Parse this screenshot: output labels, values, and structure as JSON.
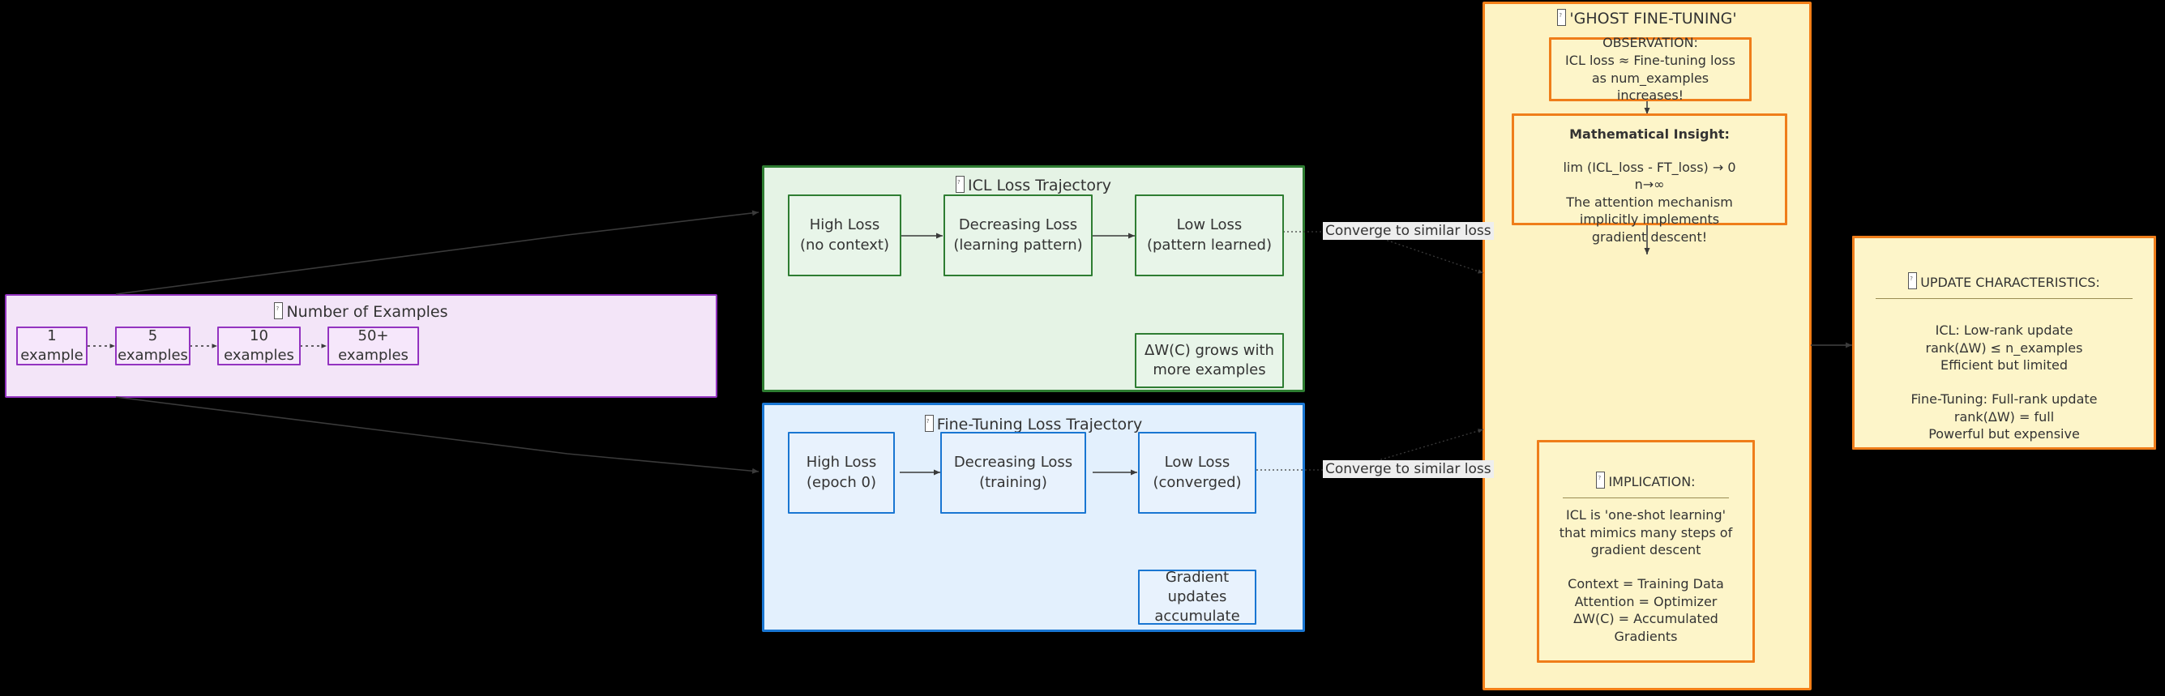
{
  "diagram": {
    "type": "flowchart",
    "title": "ICL as Ghost Fine-Tuning",
    "colors": {
      "background": "#000000",
      "purple_border": "#9333c0",
      "purple_fill": "#f3e5f8",
      "green_border": "#2e7d32",
      "green_fill": "#e5f3e5",
      "blue_border": "#1976d2",
      "blue_fill": "#e3f0fd",
      "orange_border": "#f57f17",
      "yellow_fill": "#fdf3c4",
      "text": "#333333"
    }
  },
  "examples_cluster": {
    "title": "Number of Examples",
    "nodes": [
      {
        "label": "1 example"
      },
      {
        "label": "5 examples"
      },
      {
        "label": "10 examples"
      },
      {
        "label": "50+ examples"
      }
    ]
  },
  "icl_cluster": {
    "title": "ICL Loss Trajectory",
    "nodes": [
      {
        "label": "High Loss\n(no context)"
      },
      {
        "label": "Decreasing Loss\n(learning pattern)"
      },
      {
        "label": "Low Loss\n(pattern learned)"
      }
    ],
    "note": "ΔW(C) grows with\nmore examples"
  },
  "ft_cluster": {
    "title": "Fine-Tuning Loss Trajectory",
    "nodes": [
      {
        "label": "High Loss\n(epoch 0)"
      },
      {
        "label": "Decreasing Loss\n(training)"
      },
      {
        "label": "Low Loss\n(converged)"
      }
    ],
    "note": "Gradient updates\naccumulate"
  },
  "ghost_cluster": {
    "title": "'GHOST FINE-TUNING'",
    "observation": {
      "name": "OBSERVATION",
      "lines": [
        "OBSERVATION:",
        "ICL loss ≈ Fine-tuning loss",
        "as num_examples",
        "increases!"
      ]
    },
    "insight": {
      "heading": "Mathematical Insight:",
      "lines": [
        "lim (ICL_loss - FT_loss) → 0",
        "n→∞",
        "",
        "The attention mechanism",
        "implicitly implements",
        "gradient descent!"
      ]
    },
    "implication": {
      "heading": "IMPLICATION:",
      "lines": [
        "ICL is 'one-shot learning'",
        "that mimics many steps of",
        "gradient descent",
        "",
        "Context = Training Data",
        "Attention = Optimizer",
        "ΔW(C) = Accumulated",
        "Gradients"
      ]
    }
  },
  "update_characteristics": {
    "heading": "UPDATE CHARACTERISTICS:",
    "lines": [
      "",
      "ICL: Low-rank update",
      "rank(ΔW) ≤ n_examples",
      "Efficient but limited",
      "",
      "Fine-Tuning: Full-rank update",
      "rank(ΔW) = full",
      "Powerful but expensive"
    ]
  },
  "edge_labels": {
    "icl_converge": "Converge to similar loss",
    "ft_converge": "Converge to similar loss"
  }
}
